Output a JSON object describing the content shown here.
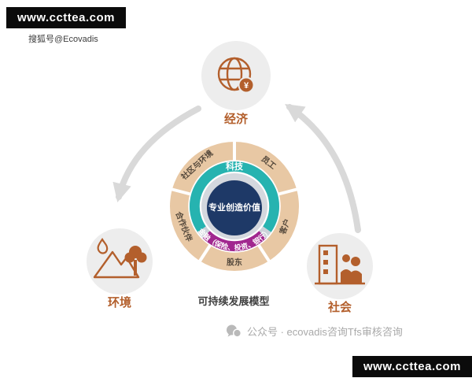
{
  "branding": {
    "top_url": "www.ccttea.com",
    "bottom_url": "www.ccttea.com",
    "source_label": "搜狐号@Ecovadis",
    "watermark_text": "公众号 · ecovadis咨询Tfs审核咨询"
  },
  "diagram": {
    "caption": "可持续发展模型",
    "nodes": {
      "economy": {
        "label": "经济",
        "icon": "globe-yuan",
        "currency": "¥"
      },
      "environment": {
        "label": "环境",
        "icon": "mountain-tree-drop"
      },
      "society": {
        "label": "社会",
        "icon": "factory-people"
      }
    },
    "ring": {
      "segments": [
        "社区与环境",
        "员工",
        "客户",
        "股东",
        "合作伙伴"
      ],
      "tech_band": "科技",
      "finance_band": "金融（保险、投资、银行）",
      "center_value": "专业创造价值"
    },
    "colors": {
      "icon_orange": "#b35f2c",
      "node_circle": "#ededed",
      "ring_segment_beige": "#e8c8a4",
      "segment_label": "#55493c",
      "tech_teal": "#26b3b0",
      "finance_magenta": "#a1278f",
      "center_navy": "#1e3967",
      "arrow_gray": "#d9d9d9",
      "caption_gray": "#404040"
    }
  }
}
